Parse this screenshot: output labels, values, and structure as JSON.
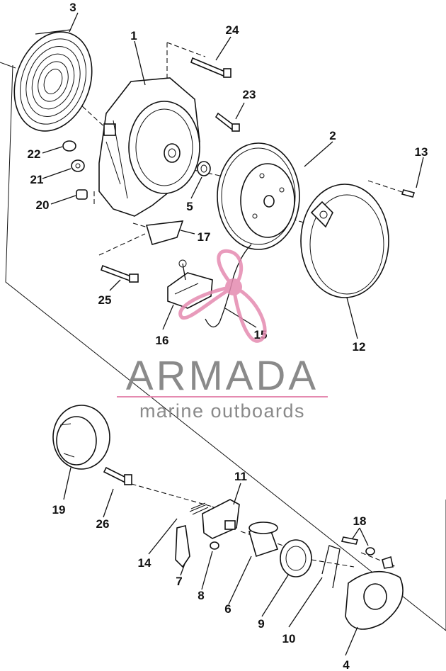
{
  "diagram": {
    "callouts": [
      {
        "id": "1",
        "label": "1"
      },
      {
        "id": "2",
        "label": "2"
      },
      {
        "id": "3",
        "label": "3"
      },
      {
        "id": "4",
        "label": "4"
      },
      {
        "id": "5",
        "label": "5"
      },
      {
        "id": "6",
        "label": "6"
      },
      {
        "id": "7",
        "label": "7"
      },
      {
        "id": "8",
        "label": "8"
      },
      {
        "id": "9",
        "label": "9"
      },
      {
        "id": "10",
        "label": "10"
      },
      {
        "id": "11",
        "label": "11"
      },
      {
        "id": "12",
        "label": "12"
      },
      {
        "id": "13",
        "label": "13"
      },
      {
        "id": "14",
        "label": "14"
      },
      {
        "id": "15",
        "label": "15"
      },
      {
        "id": "16",
        "label": "16"
      },
      {
        "id": "17",
        "label": "17"
      },
      {
        "id": "18",
        "label": "18"
      },
      {
        "id": "19",
        "label": "19"
      },
      {
        "id": "20",
        "label": "20"
      },
      {
        "id": "21",
        "label": "21"
      },
      {
        "id": "22",
        "label": "22"
      },
      {
        "id": "23",
        "label": "23"
      },
      {
        "id": "24",
        "label": "24"
      },
      {
        "id": "25",
        "label": "25"
      },
      {
        "id": "26",
        "label": "26"
      }
    ]
  },
  "watermark": {
    "brand": "ARMADA",
    "tagline": "marine outboards",
    "logo_color": "#e58ab0",
    "text_color": "#8a8a8a",
    "icon": "propeller-icon"
  }
}
